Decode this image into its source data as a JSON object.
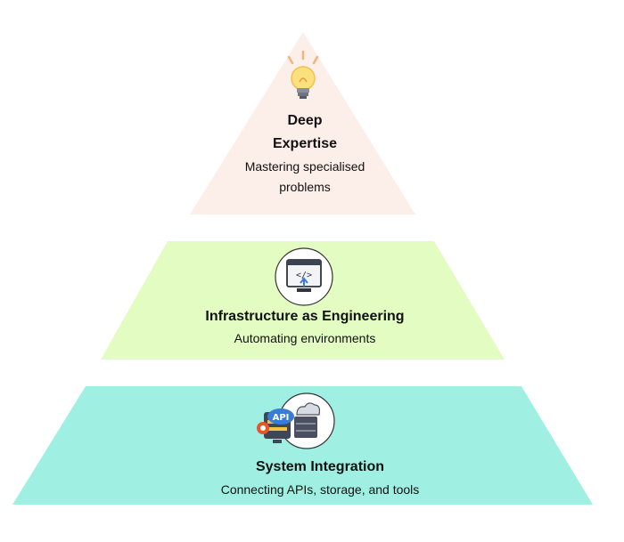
{
  "tiers": [
    {
      "id": "top",
      "title_line1": "Deep",
      "title_line2": "Expertise",
      "desc_line1": "Mastering specialised",
      "desc_line2": "problems",
      "icon": "lightbulb-icon",
      "color": "#fceee8"
    },
    {
      "id": "middle",
      "title": "Infrastructure as Engineering",
      "desc": "Automating environments",
      "icon": "code-monitor-icon",
      "color": "#e2fcc1"
    },
    {
      "id": "bottom",
      "title": "System Integration",
      "desc": "Connecting APIs, storage, and tools",
      "icon": "api-cloud-server-icon",
      "icon_text": "API",
      "color": "#9ff0e2"
    }
  ]
}
